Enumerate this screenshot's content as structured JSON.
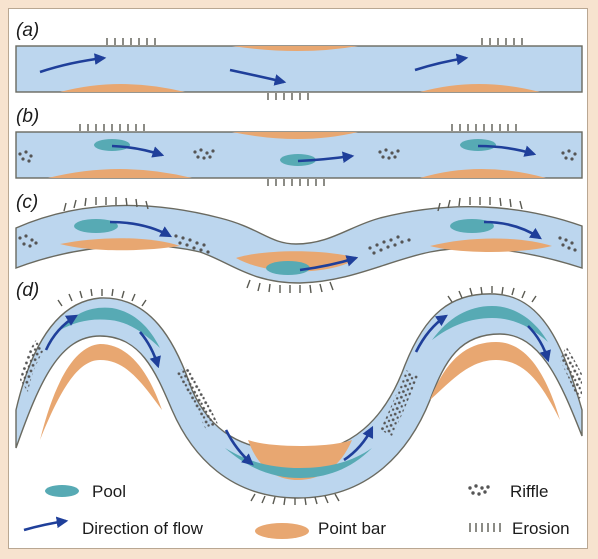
{
  "panels": {
    "a": "(a)",
    "b": "(b)",
    "c": "(c)",
    "d": "(d)"
  },
  "legend": {
    "pool": "Pool",
    "riffle": "Riffle",
    "direction": "Direction of flow",
    "point_bar": "Point bar",
    "erosion": "Erosion"
  },
  "colors": {
    "water": "#bcd6ee",
    "point_bar": "#e8a771",
    "pool": "#57aab4",
    "arrow": "#1f3f9a",
    "background": "#f7e3cf"
  }
}
